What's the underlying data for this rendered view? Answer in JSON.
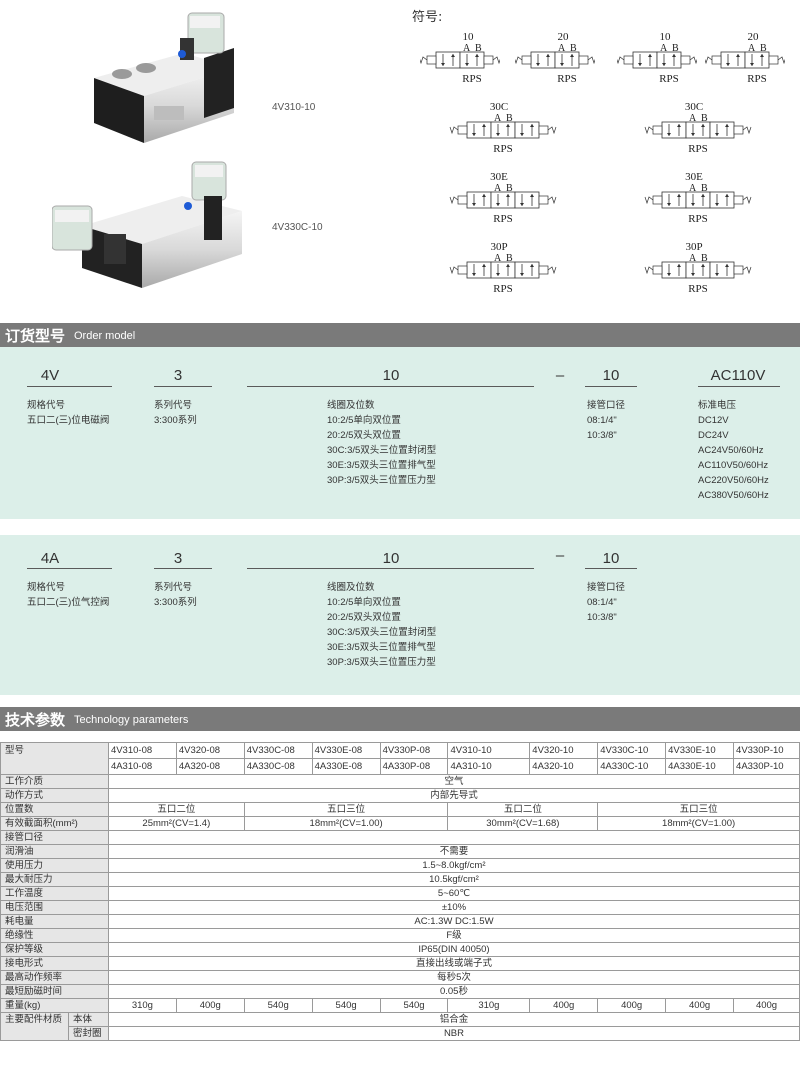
{
  "products": [
    {
      "label": "4V310-10"
    },
    {
      "label": "4V330C-10"
    }
  ],
  "symbols": {
    "title": "符号:",
    "items": [
      {
        "code": "10",
        "ports": [
          "A",
          "B"
        ],
        "caption": "RPS"
      },
      {
        "code": "20",
        "ports": [
          "A",
          "B"
        ],
        "caption": "RPS"
      },
      {
        "code": "10",
        "ports": [
          "A",
          "B"
        ],
        "caption": "RPS"
      },
      {
        "code": "20",
        "ports": [
          "A",
          "B"
        ],
        "caption": "RPS"
      },
      {
        "code": "30C",
        "ports": [
          "A",
          "B"
        ],
        "caption": "RPS"
      },
      {
        "code": "30C",
        "ports": [
          "A",
          "B"
        ],
        "caption": "RPS"
      },
      {
        "code": "30E",
        "ports": [
          "A",
          "B"
        ],
        "caption": "RPS"
      },
      {
        "code": "30E",
        "ports": [
          "A",
          "B"
        ],
        "caption": "RPS"
      },
      {
        "code": "30P",
        "ports": [
          "A",
          "B"
        ],
        "caption": "RPS"
      },
      {
        "code": "30P",
        "ports": [
          "A",
          "B"
        ],
        "caption": "RPS"
      }
    ]
  },
  "order": {
    "title_cn": "订货型号",
    "title_en": "Order model",
    "electric": {
      "codes": {
        "series": "4V",
        "size": "3",
        "coil": "10",
        "dash": "–",
        "port": "10",
        "voltage": "AC110V"
      },
      "series_label": [
        "规格代号",
        "五口二(三)位电磁阀"
      ],
      "size_label": [
        "系列代号",
        "3:300系列"
      ],
      "coil_label": [
        "线圈及位数",
        "10:2/5单向双位置",
        "20:2/5双头双位置",
        "30C:3/5双头三位置封闭型",
        "30E:3/5双头三位置排气型",
        "30P:3/5双头三位置压力型"
      ],
      "port_label": [
        "接管口径",
        "08:1/4\"",
        "10:3/8\""
      ],
      "voltage_label": [
        "标准电压",
        "DC12V",
        "DC24V",
        "AC24V50/60Hz",
        "AC110V50/60Hz",
        "AC220V50/60Hz",
        "AC380V50/60Hz"
      ]
    },
    "pneumatic": {
      "codes": {
        "series": "4A",
        "size": "3",
        "coil": "10",
        "dash": "–",
        "port": "10"
      },
      "series_label": [
        "规格代号",
        "五口二(三)位气控阀"
      ],
      "size_label": [
        "系列代号",
        "3:300系列"
      ],
      "coil_label": [
        "线圈及位数",
        "10:2/5单向双位置",
        "20:2/5双头双位置",
        "30C:3/5双头三位置封闭型",
        "30E:3/5双头三位置排气型",
        "30P:3/5双头三位置压力型"
      ],
      "port_label": [
        "接管口径",
        "08:1/4\"",
        "10:3/8\""
      ]
    }
  },
  "tech": {
    "title_cn": "技术参数",
    "title_en": "Technology parameters",
    "model_label": "型号",
    "models": [
      [
        "4V310-08",
        "4A310-08"
      ],
      [
        "4V320-08",
        "4A320-08"
      ],
      [
        "4V330C-08",
        "4A330C-08"
      ],
      [
        "4V330E-08",
        "4A330E-08"
      ],
      [
        "4V330P-08",
        "4A330P-08"
      ],
      [
        "4V310-10",
        "4A310-10"
      ],
      [
        "4V320-10",
        "4A320-10"
      ],
      [
        "4V330C-10",
        "4A330C-10"
      ],
      [
        "4V330E-10",
        "4A330E-10"
      ],
      [
        "4V330P-10",
        "4A330P-10"
      ]
    ],
    "medium": {
      "label": "工作介质",
      "value": "空气"
    },
    "action": {
      "label": "动作方式",
      "value": "内部先导式"
    },
    "positions": {
      "label": "位置数",
      "values": [
        "五口二位",
        "五口三位",
        "五口二位",
        "五口三位"
      ]
    },
    "area": {
      "label": "有效截面积(mm²)",
      "values": [
        "25mm²(CV=1.4)",
        "18mm²(CV=1.00)",
        "30mm²(CV=1.68)",
        "18mm²(CV=1.00)"
      ]
    },
    "port_size": {
      "label": "接管口径",
      "value": ""
    },
    "lube": {
      "label": "润滑油",
      "value": "不需要"
    },
    "pressure": {
      "label": "使用压力",
      "value": "1.5~8.0kgf/cm²"
    },
    "max_pressure": {
      "label": "最大耐压力",
      "value": "10.5kgf/cm²"
    },
    "temp": {
      "label": "工作温度",
      "value": "5~60℃"
    },
    "voltage_range": {
      "label": "电压范围",
      "value": "±10%"
    },
    "power": {
      "label": "耗电量",
      "value": "AC:1.3W  DC:1.5W"
    },
    "insulation": {
      "label": "绝缘性",
      "value": "F级"
    },
    "protection": {
      "label": "保护等级",
      "value": "IP65(DIN 40050)"
    },
    "wiring": {
      "label": "接电形式",
      "value": "直接出线或端子式"
    },
    "frequency": {
      "label": "最高动作频率",
      "value": "每秒5次"
    },
    "excite": {
      "label": "最短励磁时间",
      "value": "0.05秒"
    },
    "weight": {
      "label": "重量(kg)",
      "values": [
        "310g",
        "400g",
        "540g",
        "540g",
        "540g",
        "310g",
        "400g",
        "400g",
        "400g",
        "400g"
      ]
    },
    "material": {
      "label": "主要配件材质",
      "body_label": "本体",
      "body": "铝合金",
      "seal_label": "密封圈",
      "seal": "NBR"
    }
  }
}
